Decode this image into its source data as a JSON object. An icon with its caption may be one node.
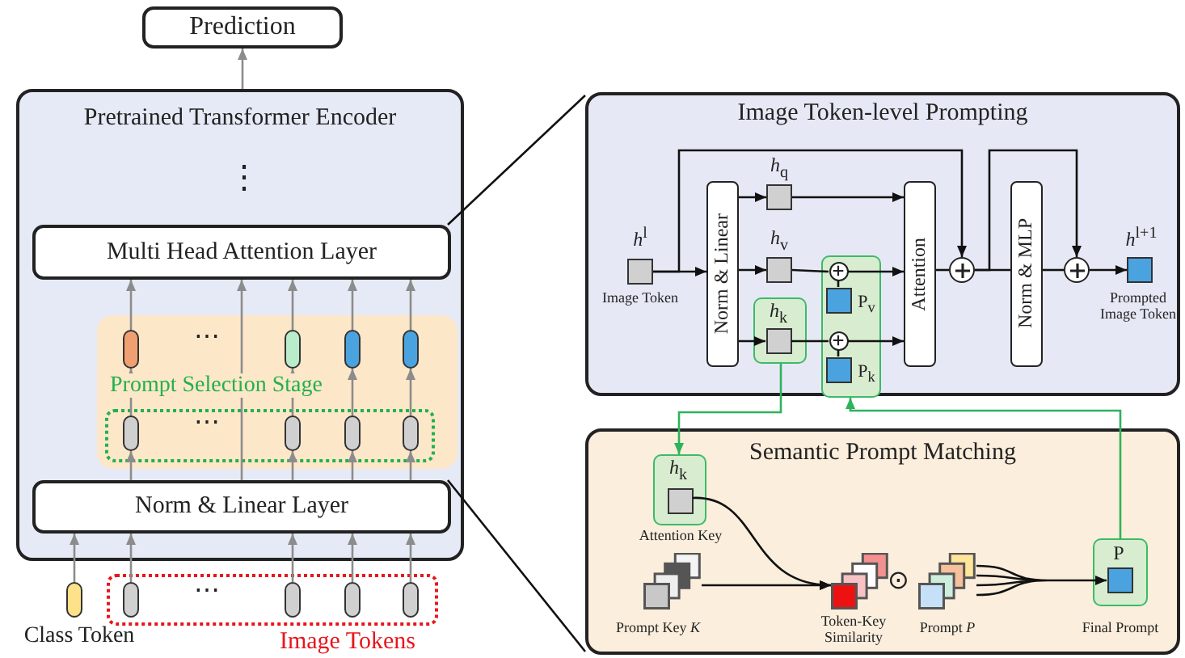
{
  "diagram": {
    "nodes": [
      {
        "text": [
          "Prediction"
        ]
      },
      {
        "text": [
          "Pretrained Transformer Encoder"
        ]
      },
      {
        "text": [
          "Multi Head Attention Layer"
        ],
        "in": 1
      },
      {
        "text": [],
        "shape": "box",
        "in": 1
      },
      {
        "text": [],
        "shape": "pill",
        "in": 3
      },
      {
        "text": [],
        "shape": "pill",
        "in": 3
      },
      {
        "text": [],
        "shape": "pill",
        "in": 3
      },
      {
        "text": [],
        "shape": "pill",
        "in": 3
      },
      {
        "text": [
          "Prompt Selection Stage"
        ],
        "in": 3
      },
      {
        "text": [],
        "shape": "pill",
        "in": 8
      },
      {
        "text": [],
        "shape": "pill",
        "in": 8
      },
      {
        "text": [],
        "shape": "pill",
        "in": 8
      },
      {
        "text": [],
        "shape": "pill",
        "in": 8
      },
      {
        "text": [
          "Norm & Linear Layer"
        ],
        "in": 1
      },
      {
        "text": [],
        "shape": "pill",
        "beside": [
          "Class Token"
        ]
      },
      {
        "text": [
          "Image Tokens"
        ]
      },
      {
        "text": [],
        "shape": "pill",
        "in": 15
      },
      {
        "text": [],
        "shape": "pill",
        "in": 15
      },
      {
        "text": [],
        "shape": "pill",
        "in": 15
      },
      {
        "text": [],
        "shape": "pill",
        "in": 15
      },
      {
        "text": [
          "Image Token-level Prompting"
        ]
      },
      {
        "text": [],
        "shape": "box",
        "in": 20,
        "beside": [
          "*h*$^{l}$",
          "Image Token"
        ]
      },
      {
        "text": [
          "Norm & Linear"
        ],
        "in": 20
      },
      {
        "text": [],
        "shape": "box",
        "in": 20,
        "beside": [
          "*h*$_{q}$"
        ]
      },
      {
        "text": [],
        "shape": "box",
        "in": 20,
        "beside": [
          "*h*$_{v}$"
        ]
      },
      {
        "text": [
          "*h*$_{k}$"
        ],
        "in": 20
      },
      {
        "text": [],
        "shape": "box",
        "in": 25
      },
      {
        "text": [],
        "shape": "box",
        "in": 20
      },
      {
        "text": [],
        "shape": "circle",
        "in": 27
      },
      {
        "text": [],
        "shape": "box",
        "in": 27,
        "beside": [
          "P$_{v}$"
        ]
      },
      {
        "text": [],
        "shape": "circle",
        "in": 27
      },
      {
        "text": [],
        "shape": "box",
        "in": 27,
        "beside": [
          "P$_{k}$"
        ]
      },
      {
        "text": [
          "Attention"
        ],
        "in": 20
      },
      {
        "text": [],
        "shape": "circle",
        "in": 20
      },
      {
        "text": [
          "Norm & MLP"
        ],
        "in": 20
      },
      {
        "text": [],
        "shape": "circle",
        "in": 20
      },
      {
        "text": [],
        "shape": "box",
        "in": 20,
        "beside": [
          "*h*$^{l+1}$",
          "Prompted Image Token"
        ]
      },
      {
        "text": [
          "Semantic Prompt Matching"
        ]
      },
      {
        "text": [
          "*h*$_{k}$"
        ],
        "in": 37,
        "beside": [
          "Attention Key"
        ]
      },
      {
        "text": [],
        "shape": "box",
        "in": 38
      },
      {
        "text": [],
        "shape": "stack",
        "in": 37,
        "beside": [
          "Prompt Key  *K*"
        ]
      },
      {
        "text": [],
        "shape": "stack",
        "in": 37,
        "beside": [
          "Token-Key Similarity"
        ]
      },
      {
        "text": [],
        "shape": "stack",
        "in": 37,
        "beside": [
          "Prompt  *P*"
        ]
      },
      {
        "text": [
          "P"
        ],
        "in": 37,
        "beside": [
          "Final Prompt"
        ]
      },
      {
        "text": [],
        "shape": "box",
        "in": 43
      }
    ],
    "edges": [
      {
        "from": 1,
        "to": 0,
        "arrow": "to",
        "color": "#8c8c8c"
      },
      {
        "from": 14,
        "to": 13,
        "arrow": "to",
        "color": "#8c8c8c"
      },
      {
        "from": 16,
        "to": 13,
        "arrow": "to",
        "color": "#8c8c8c"
      },
      {
        "from": 17,
        "to": 13,
        "arrow": "to",
        "color": "#8c8c8c"
      },
      {
        "from": 18,
        "to": 13,
        "arrow": "to",
        "color": "#8c8c8c"
      },
      {
        "from": 19,
        "to": 13,
        "arrow": "to",
        "color": "#8c8c8c"
      },
      {
        "from": 13,
        "to": 9,
        "arrow": "to",
        "color": "#8c8c8c"
      },
      {
        "from": 13,
        "to": 10,
        "arrow": "to",
        "color": "#8c8c8c"
      },
      {
        "from": 13,
        "to": 11,
        "arrow": "to",
        "color": "#8c8c8c"
      },
      {
        "from": 13,
        "to": 12,
        "arrow": "to",
        "color": "#8c8c8c"
      },
      {
        "from": 9,
        "to": 4,
        "arrow": "to",
        "color": "#8c8c8c"
      },
      {
        "from": 10,
        "to": 5,
        "arrow": "to",
        "color": "#8c8c8c"
      },
      {
        "from": 11,
        "to": 6,
        "arrow": "to",
        "color": "#8c8c8c"
      },
      {
        "from": 12,
        "to": 7,
        "arrow": "to",
        "color": "#8c8c8c"
      },
      {
        "from": 4,
        "to": 2,
        "arrow": "to",
        "color": "#8c8c8c"
      },
      {
        "from": 5,
        "to": 2,
        "arrow": "to",
        "color": "#8c8c8c"
      },
      {
        "from": 6,
        "to": 2,
        "arrow": "to",
        "color": "#8c8c8c"
      },
      {
        "from": 7,
        "to": 2,
        "arrow": "to",
        "color": "#8c8c8c"
      },
      {
        "from": 13,
        "to": 2,
        "arrow": "to",
        "color": "#8c8c8c"
      },
      {
        "from": 2,
        "to": 20,
        "arrow": "none"
      },
      {
        "from": 13,
        "to": 37,
        "arrow": "none"
      },
      {
        "from": 21,
        "to": 22,
        "arrow": "to"
      },
      {
        "from": 21,
        "to": 33,
        "arrow": "to"
      },
      {
        "from": 22,
        "to": 23,
        "arrow": "to"
      },
      {
        "from": 22,
        "to": 24,
        "arrow": "to"
      },
      {
        "from": 22,
        "to": 26,
        "arrow": "to"
      },
      {
        "from": 23,
        "to": 32,
        "arrow": "to"
      },
      {
        "from": 24,
        "to": 28,
        "arrow": "none"
      },
      {
        "from": 28,
        "to": 32,
        "arrow": "to"
      },
      {
        "from": 29,
        "to": 28,
        "arrow": "none"
      },
      {
        "from": 26,
        "to": 30,
        "arrow": "none"
      },
      {
        "from": 30,
        "to": 32,
        "arrow": "to"
      },
      {
        "from": 31,
        "to": 30,
        "arrow": "none"
      },
      {
        "from": 32,
        "to": 33,
        "arrow": "none"
      },
      {
        "from": 33,
        "to": 34,
        "arrow": "none"
      },
      {
        "from": 33,
        "to": 35,
        "arrow": "to"
      },
      {
        "from": 34,
        "to": 35,
        "arrow": "none"
      },
      {
        "from": 35,
        "to": 36,
        "arrow": "to"
      },
      {
        "from": 25,
        "to": 38,
        "arrow": "to",
        "color": "#2db35c"
      },
      {
        "from": 43,
        "to": 27,
        "arrow": "to",
        "color": "#2db35c"
      },
      {
        "from": 39,
        "to": 41,
        "arrow": "to"
      },
      {
        "from": 40,
        "to": 41,
        "arrow": "to"
      },
      {
        "from": 42,
        "to": 44,
        "arrow": "to"
      }
    ],
    "labels": [
      "⋮",
      "⋯",
      "⋯",
      "⋯",
      "⊙"
    ]
  }
}
